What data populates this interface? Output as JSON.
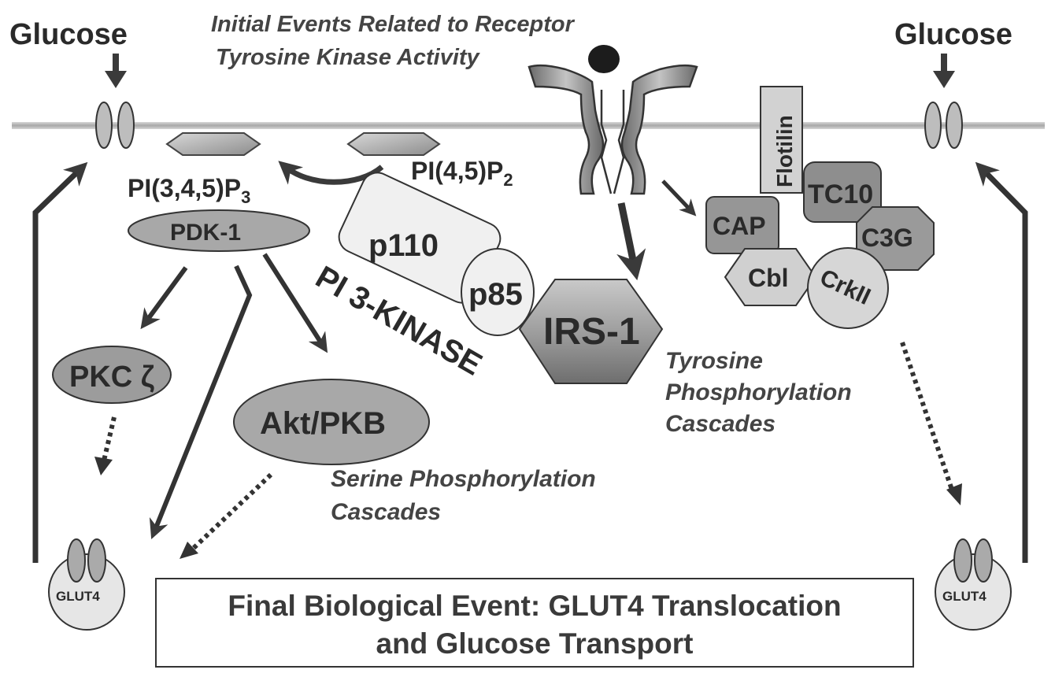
{
  "title_lines": [
    "Initial Events Related to Receptor",
    "Tyrosine Kinase Activity"
  ],
  "glucose_left": "Glucose",
  "glucose_right": "Glucose",
  "pip3": {
    "base": "PI(3,4,5)P",
    "sub": "3"
  },
  "pip2": {
    "base": "PI(4,5)P",
    "sub": "2"
  },
  "pdk1": "PDK-1",
  "pkc": "PKC ζ",
  "akt": "Akt/PKB",
  "pi3k": {
    "p110": "p110",
    "p85": "p85",
    "label": "PI 3-KINASE"
  },
  "irs1": "IRS-1",
  "flotilin": "Flotilin",
  "tc10": "TC10",
  "cap": "CAP",
  "c3g": "C3G",
  "cbl": "Cbl",
  "crkii": "CrkII",
  "tyrosine_lines": [
    "Tyrosine",
    "Phosphorylation",
    "Cascades"
  ],
  "serine_lines": [
    "Serine Phosphorylation",
    "Cascades"
  ],
  "glut4_left": "GLUT4",
  "glut4_right": "GLUT4",
  "final_lines": [
    "Final Biological Event: GLUT4 Translocation",
    "and Glucose Transport"
  ]
}
